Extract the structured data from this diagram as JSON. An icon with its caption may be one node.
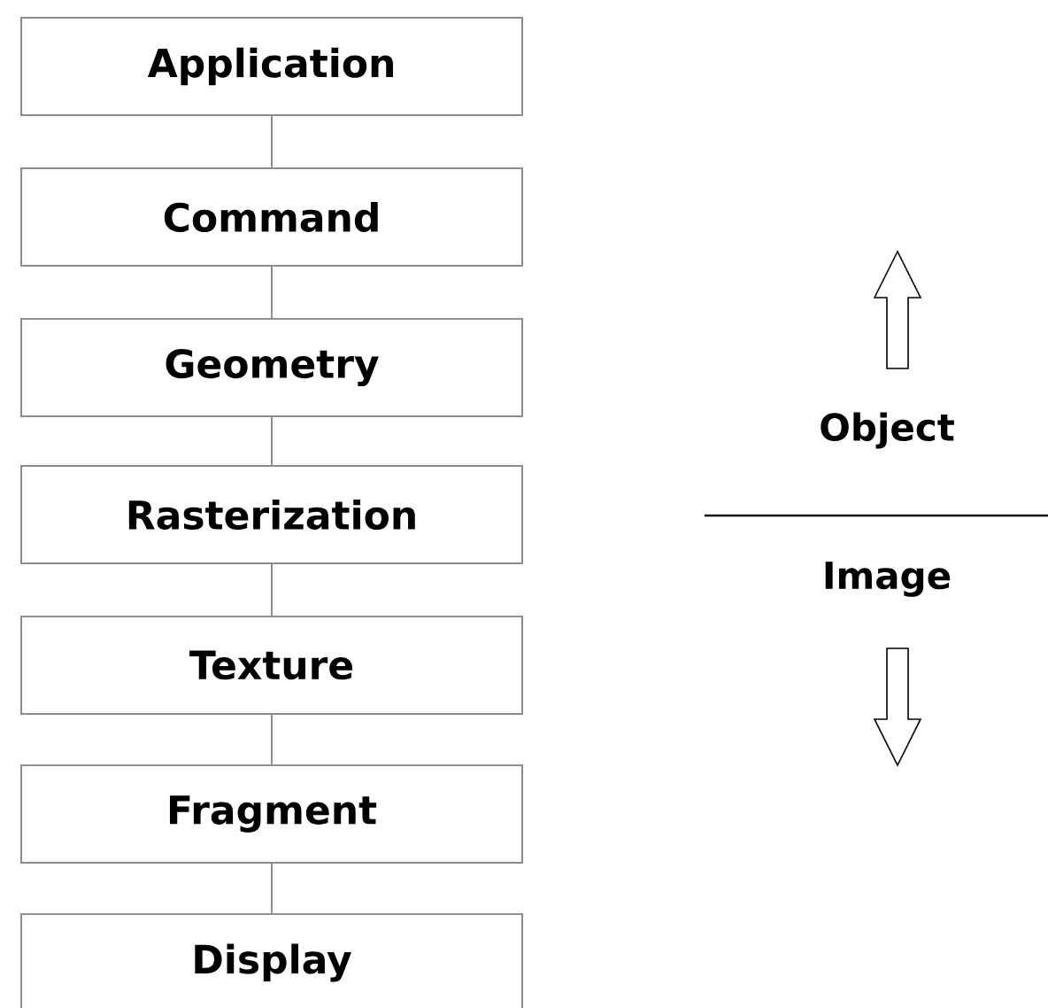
{
  "diagram": {
    "nodes": [
      {
        "text": [
          "Application"
        ]
      },
      {
        "text": [
          "Command"
        ]
      },
      {
        "text": [
          "Geometry"
        ]
      },
      {
        "text": [
          "Rasterization"
        ]
      },
      {
        "text": [
          "Texture"
        ]
      },
      {
        "text": [
          "Fragment"
        ]
      },
      {
        "text": [
          "Display"
        ]
      }
    ],
    "edges": [
      {
        "from": 0,
        "to": 1,
        "arrow": "none"
      },
      {
        "from": 1,
        "to": 2,
        "arrow": "none"
      },
      {
        "from": 2,
        "to": 3,
        "arrow": "none"
      },
      {
        "from": 3,
        "to": 4,
        "arrow": "none"
      },
      {
        "from": 4,
        "to": 5,
        "arrow": "none"
      },
      {
        "from": 5,
        "to": 6,
        "arrow": "none"
      }
    ],
    "labels": [
      "Object",
      "Image"
    ]
  }
}
